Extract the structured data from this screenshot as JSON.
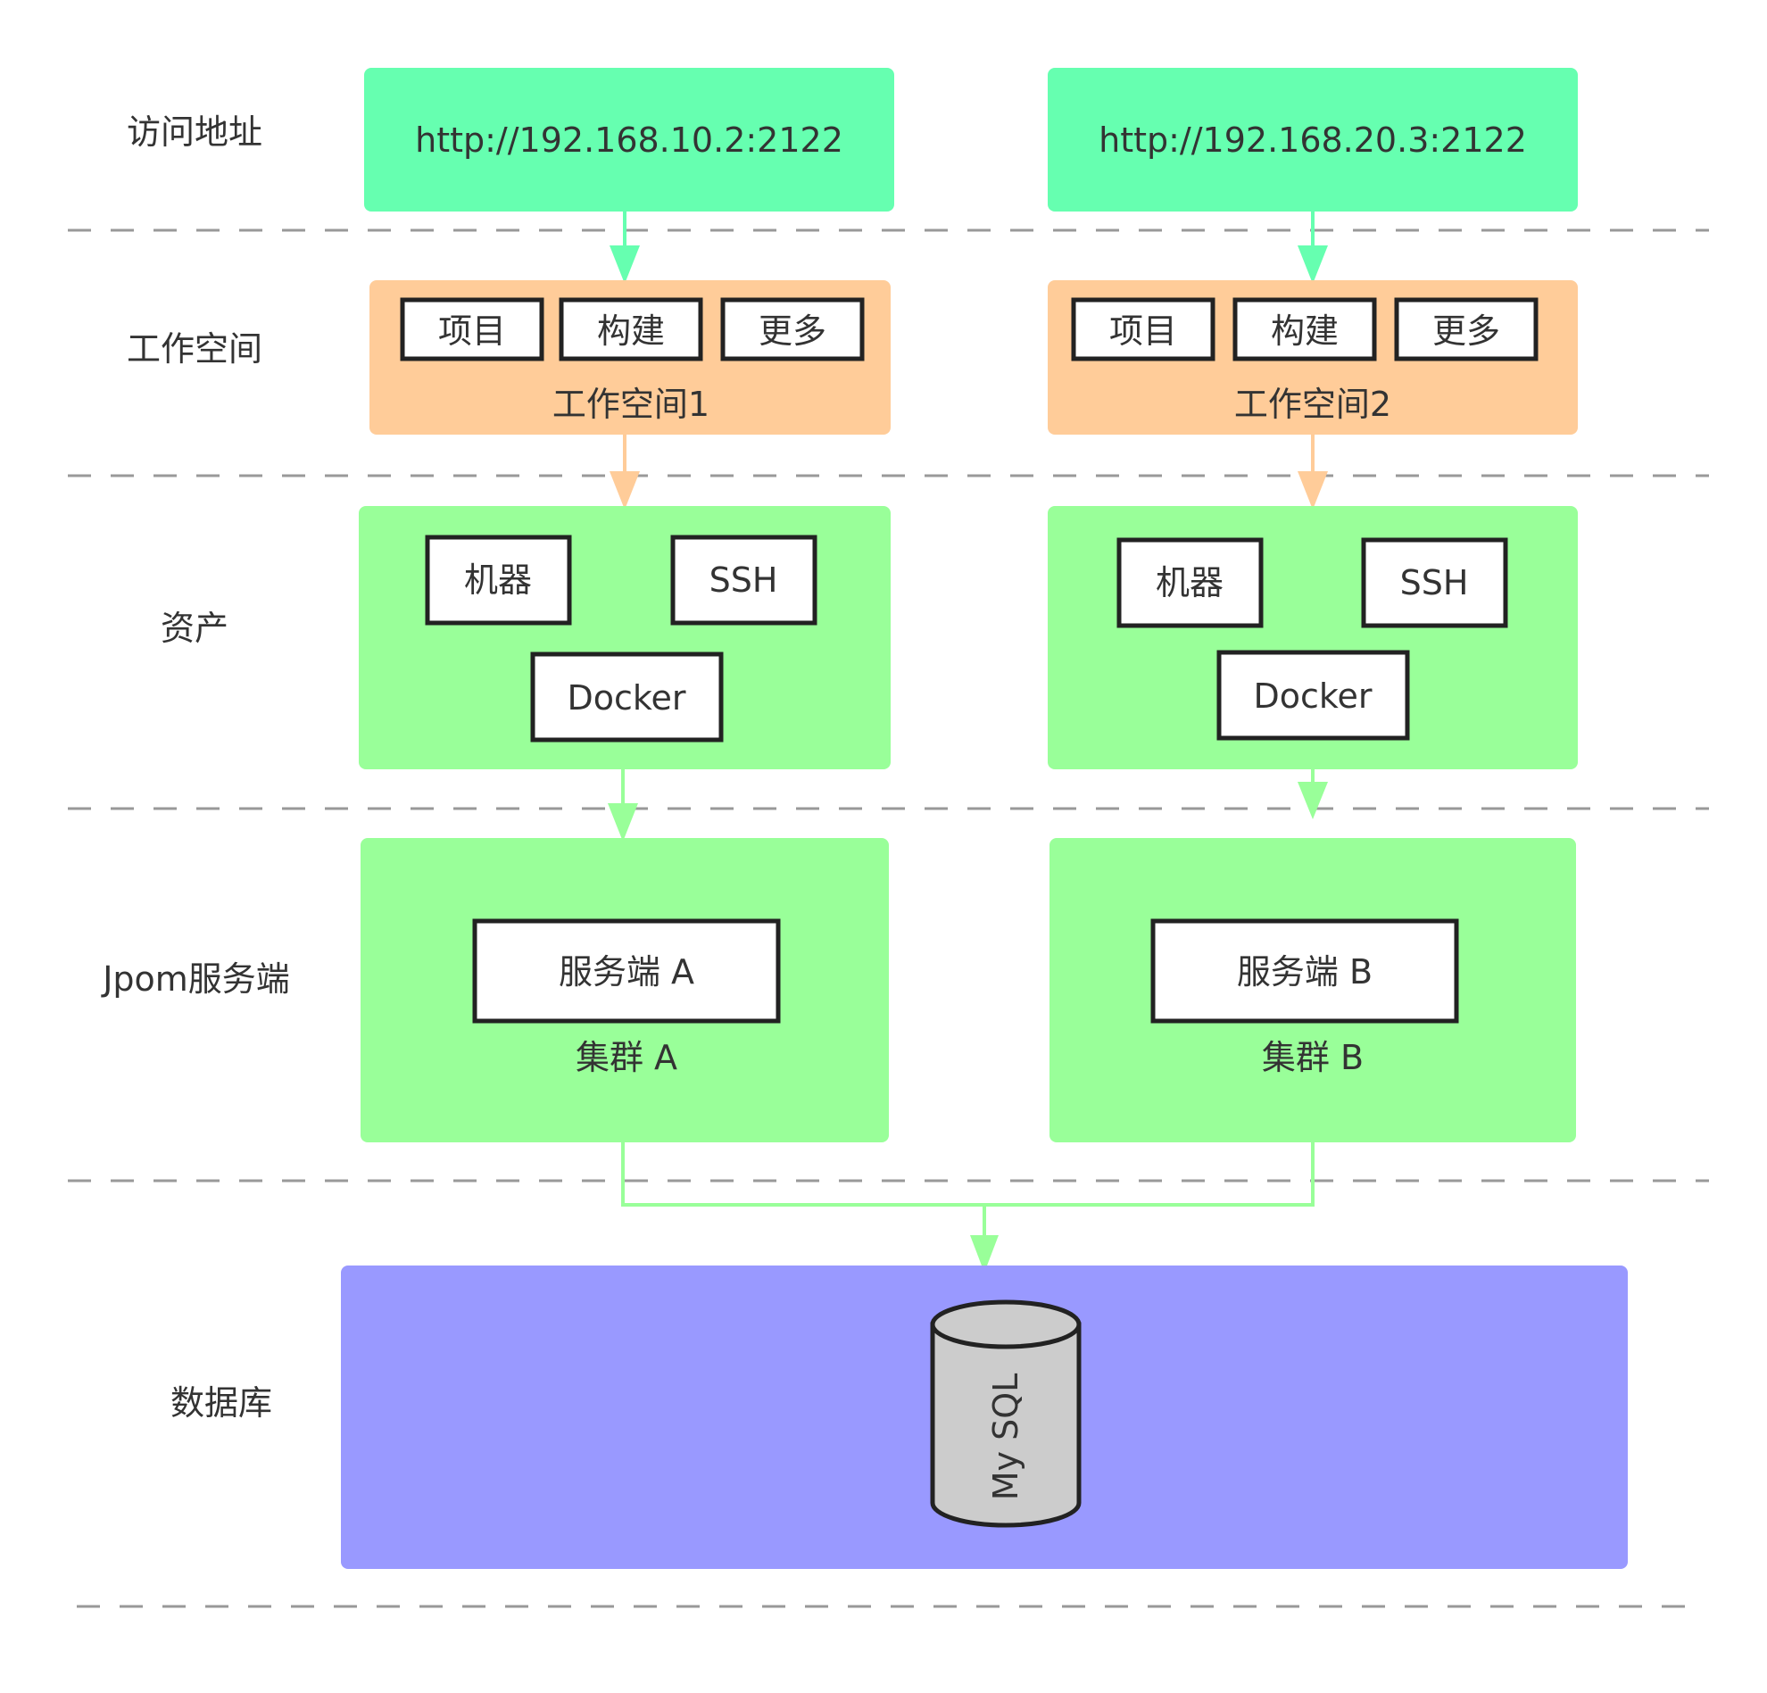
{
  "layers": {
    "access": "访问地址",
    "workspace": "工作空间",
    "assets": "资产",
    "server": "Jpom服务端",
    "database": "数据库"
  },
  "left": {
    "url": "http://192.168.10.2:2122",
    "ws_items": [
      "项目",
      "构建",
      "更多"
    ],
    "ws_name": "工作空间1",
    "asset_items": [
      "机器",
      "SSH",
      "Docker"
    ],
    "server_name": "服务端 A",
    "cluster_name": "集群 A"
  },
  "right": {
    "url": "http://192.168.20.3:2122",
    "ws_items": [
      "项目",
      "构建",
      "更多"
    ],
    "ws_name": "工作空间2",
    "asset_items": [
      "机器",
      "SSH",
      "Docker"
    ],
    "server_name": "服务端 B",
    "cluster_name": "集群 B"
  },
  "db": {
    "name": "My SQL"
  },
  "colors": {
    "url_fill": "#66ffb0",
    "workspace_fill": "#ffcc99",
    "asset_fill": "#99ff99",
    "db_fill": "#9999ff",
    "cylinder_fill": "#cccccc",
    "arrow_access": "#66ffb0",
    "arrow_workspace": "#ffcc99",
    "arrow_asset": "#99ff99"
  }
}
